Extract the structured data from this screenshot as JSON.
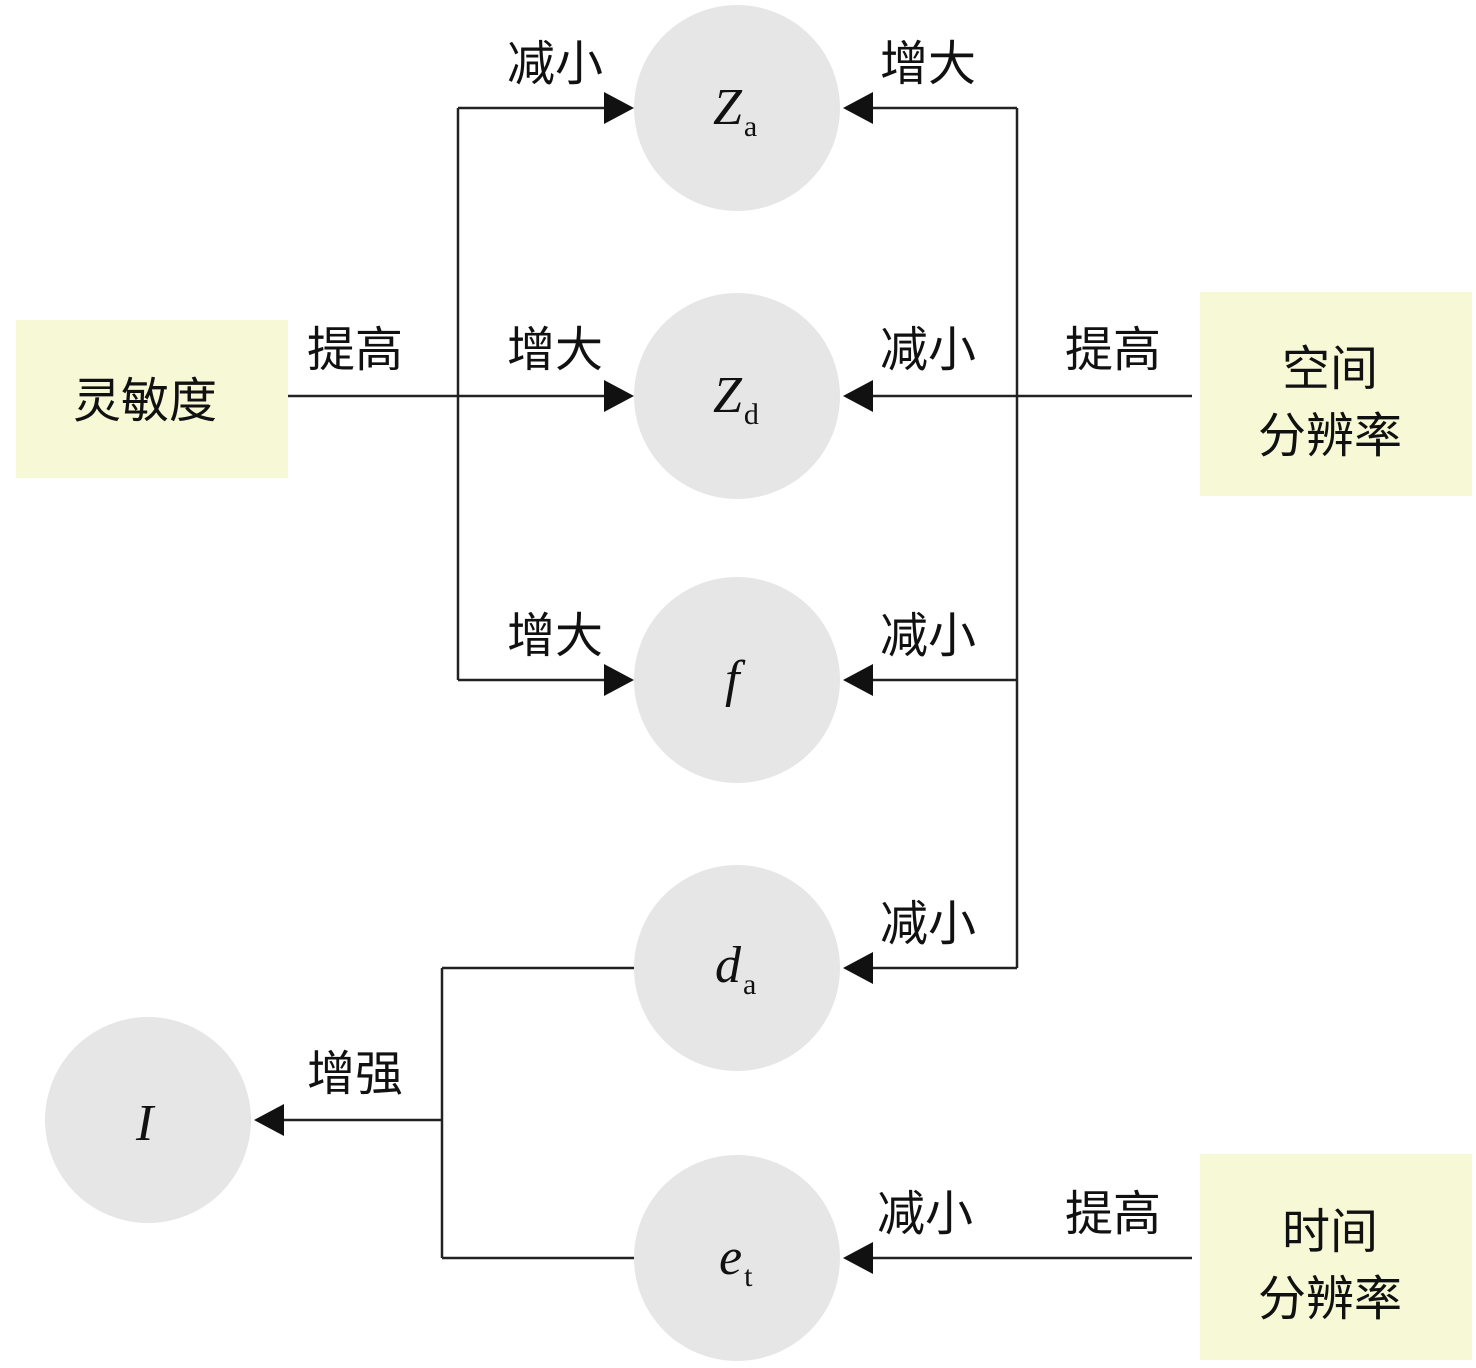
{
  "colors": {
    "box_fill": "#f7f8d6",
    "node_fill": "#e6e6e6",
    "line": "#222222"
  },
  "boxes": {
    "sensitivity": "灵敏度",
    "spatial_line1": "空间",
    "spatial_line2": "分辨率",
    "temporal_line1": "时间",
    "temporal_line2": "分辨率"
  },
  "nodes": {
    "za": {
      "var": "Z",
      "sub": "a"
    },
    "zd": {
      "var": "Z",
      "sub": "d"
    },
    "f": {
      "var": "f",
      "sub": ""
    },
    "da": {
      "var": "d",
      "sub": "a"
    },
    "et": {
      "var": "e",
      "sub": "t"
    },
    "i": {
      "var": "I",
      "sub": ""
    }
  },
  "edge_labels": {
    "sens_improve": "提高",
    "sens_to_za": "减小",
    "sens_to_zd": "增大",
    "sens_to_f": "增大",
    "spatial_improve": "提高",
    "spatial_to_za": "增大",
    "spatial_to_zd": "减小",
    "spatial_to_f": "减小",
    "spatial_to_da": "减小",
    "temporal_improve": "提高",
    "temporal_to_et": "减小",
    "to_i": "增强"
  }
}
